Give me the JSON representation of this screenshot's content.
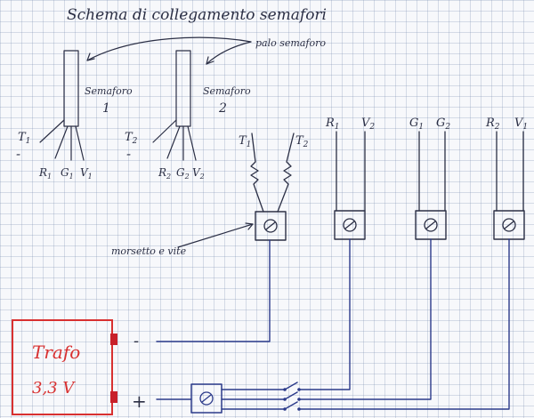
{
  "title": "Schema di collegamento semafori",
  "pole_label": "palo semaforo",
  "semaphores": [
    {
      "label": "Semaforo",
      "number": "1",
      "t": "T",
      "t_sub": "1",
      "wires": [
        "R",
        "G",
        "V"
      ],
      "wire_subs": [
        "1",
        "1",
        "1"
      ]
    },
    {
      "label": "Semaforo",
      "number": "2",
      "t": "T",
      "t_sub": "2",
      "wires": [
        "R",
        "G",
        "V"
      ],
      "wire_subs": [
        "2",
        "2",
        "2"
      ]
    }
  ],
  "minus_sign": "-",
  "plus_sign": "+",
  "terminal_groups": [
    {
      "labels": [
        "T",
        "T"
      ],
      "subs": [
        "1",
        "2"
      ]
    },
    {
      "labels": [
        "R",
        "V"
      ],
      "subs": [
        "1",
        "2"
      ]
    },
    {
      "labels": [
        "G",
        "G"
      ],
      "subs": [
        "1",
        "2"
      ]
    },
    {
      "labels": [
        "R",
        "V"
      ],
      "subs": [
        "2",
        "1"
      ]
    }
  ],
  "terminal_label": "morsetto e vite",
  "transformer": {
    "label": "Trafo",
    "voltage": "3,3 V"
  },
  "colors": {
    "pencil": "#2b2f45",
    "ink": "#2b3a8a",
    "transformer": "#d83030",
    "terminals": "#c8202a"
  }
}
